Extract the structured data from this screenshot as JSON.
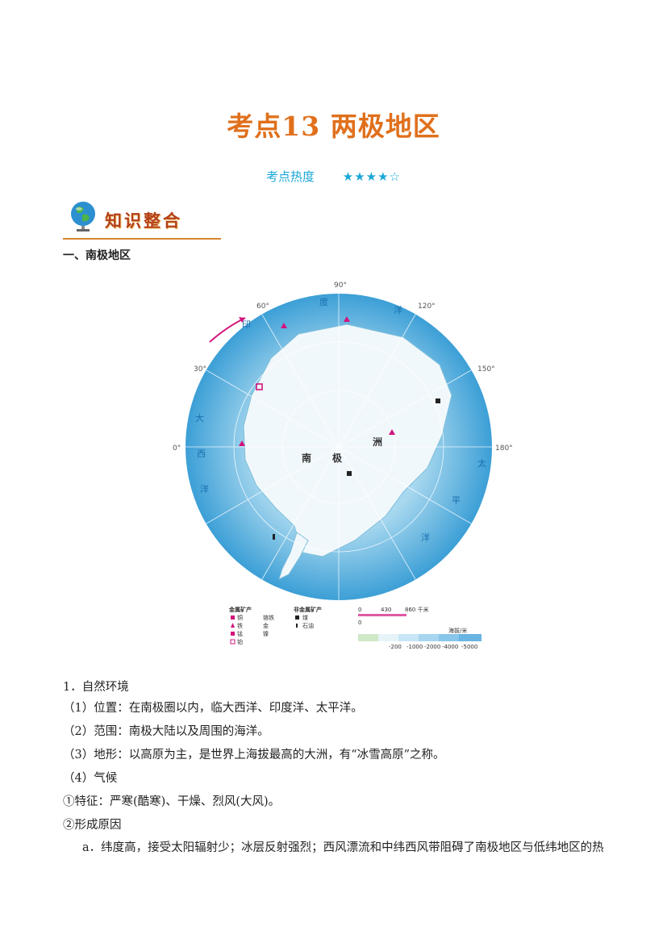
{
  "title": "考点13  两极地区",
  "heat": {
    "label": "考点热度",
    "stars": "★★★★☆"
  },
  "section": {
    "label": "知识整合"
  },
  "subheading": "一、南极地区",
  "map": {
    "ocean_labels": [
      "度",
      "洋",
      "印",
      "大",
      "西",
      "洋",
      "太",
      "平",
      "洋"
    ],
    "continent_labels": [
      "南",
      "极",
      "洲"
    ],
    "meridians": [
      "90°",
      "60°",
      "120°",
      "30°",
      "150°",
      "0°",
      "180°"
    ],
    "legend": {
      "metal_title": "金属矿产",
      "metal_items": [
        "铜",
        "铁",
        "锰",
        "铂",
        "铬铁",
        "金",
        "镍"
      ],
      "nonmetal_title": "非金属矿产",
      "nonmetal_items": [
        "煤",
        "石油"
      ],
      "scale_values": [
        "0",
        "430",
        "860 千米"
      ],
      "depth_title": "海拔/米",
      "depth_values": [
        "0",
        "-200",
        "-1000",
        "-2000",
        "-4000",
        "-5000"
      ]
    },
    "colors": {
      "ocean_deep": "#3c9fd6",
      "ocean_shallow": "#a8d8ef",
      "ice": "#f1f8fc",
      "accent": "#d2147d"
    }
  },
  "paragraphs": [
    "1．自然环境",
    "（1）位置：在南极圈以内，临大西洋、印度洋、太平洋。",
    "（2）范围：南极大陆以及周围的海洋。",
    "（3）地形：以高原为主，是世界上海拔最高的大洲，有“冰雪高原”之称。",
    "（4）气候",
    "①特征：严寒(酷寒)、干燥、烈风(大风)。",
    "②形成原因",
    "a．纬度高，接受太阳辐射少；冰层反射强烈；西风漂流和中纬西风带阻碍了南极地区与低纬地区的热"
  ]
}
